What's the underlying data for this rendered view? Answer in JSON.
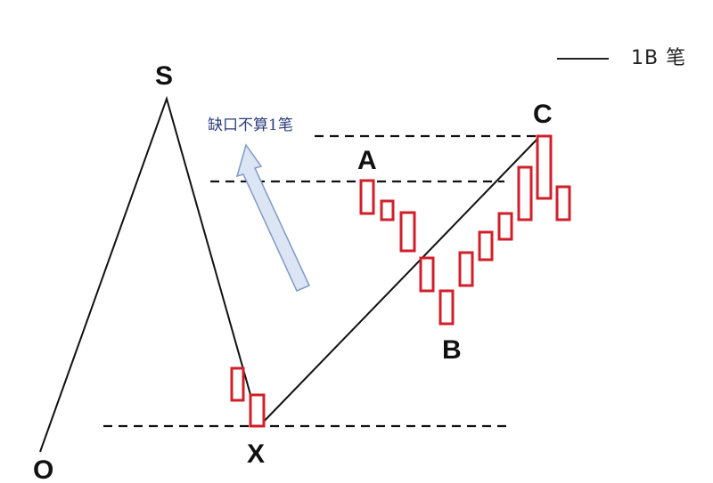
{
  "points": {
    "o": "O",
    "s": "S",
    "x": "X",
    "a": "A",
    "b": "B",
    "c": "C"
  },
  "annotation": "缺口不算1笔",
  "legend": {
    "label": "1B 笔"
  },
  "colors": {
    "candle": "#d11f2a",
    "line": "#111111",
    "arrow_fill": "#dbe5f3",
    "arrow_stroke": "#7f9ac4",
    "annotation_text": "#2c3d7a"
  }
}
